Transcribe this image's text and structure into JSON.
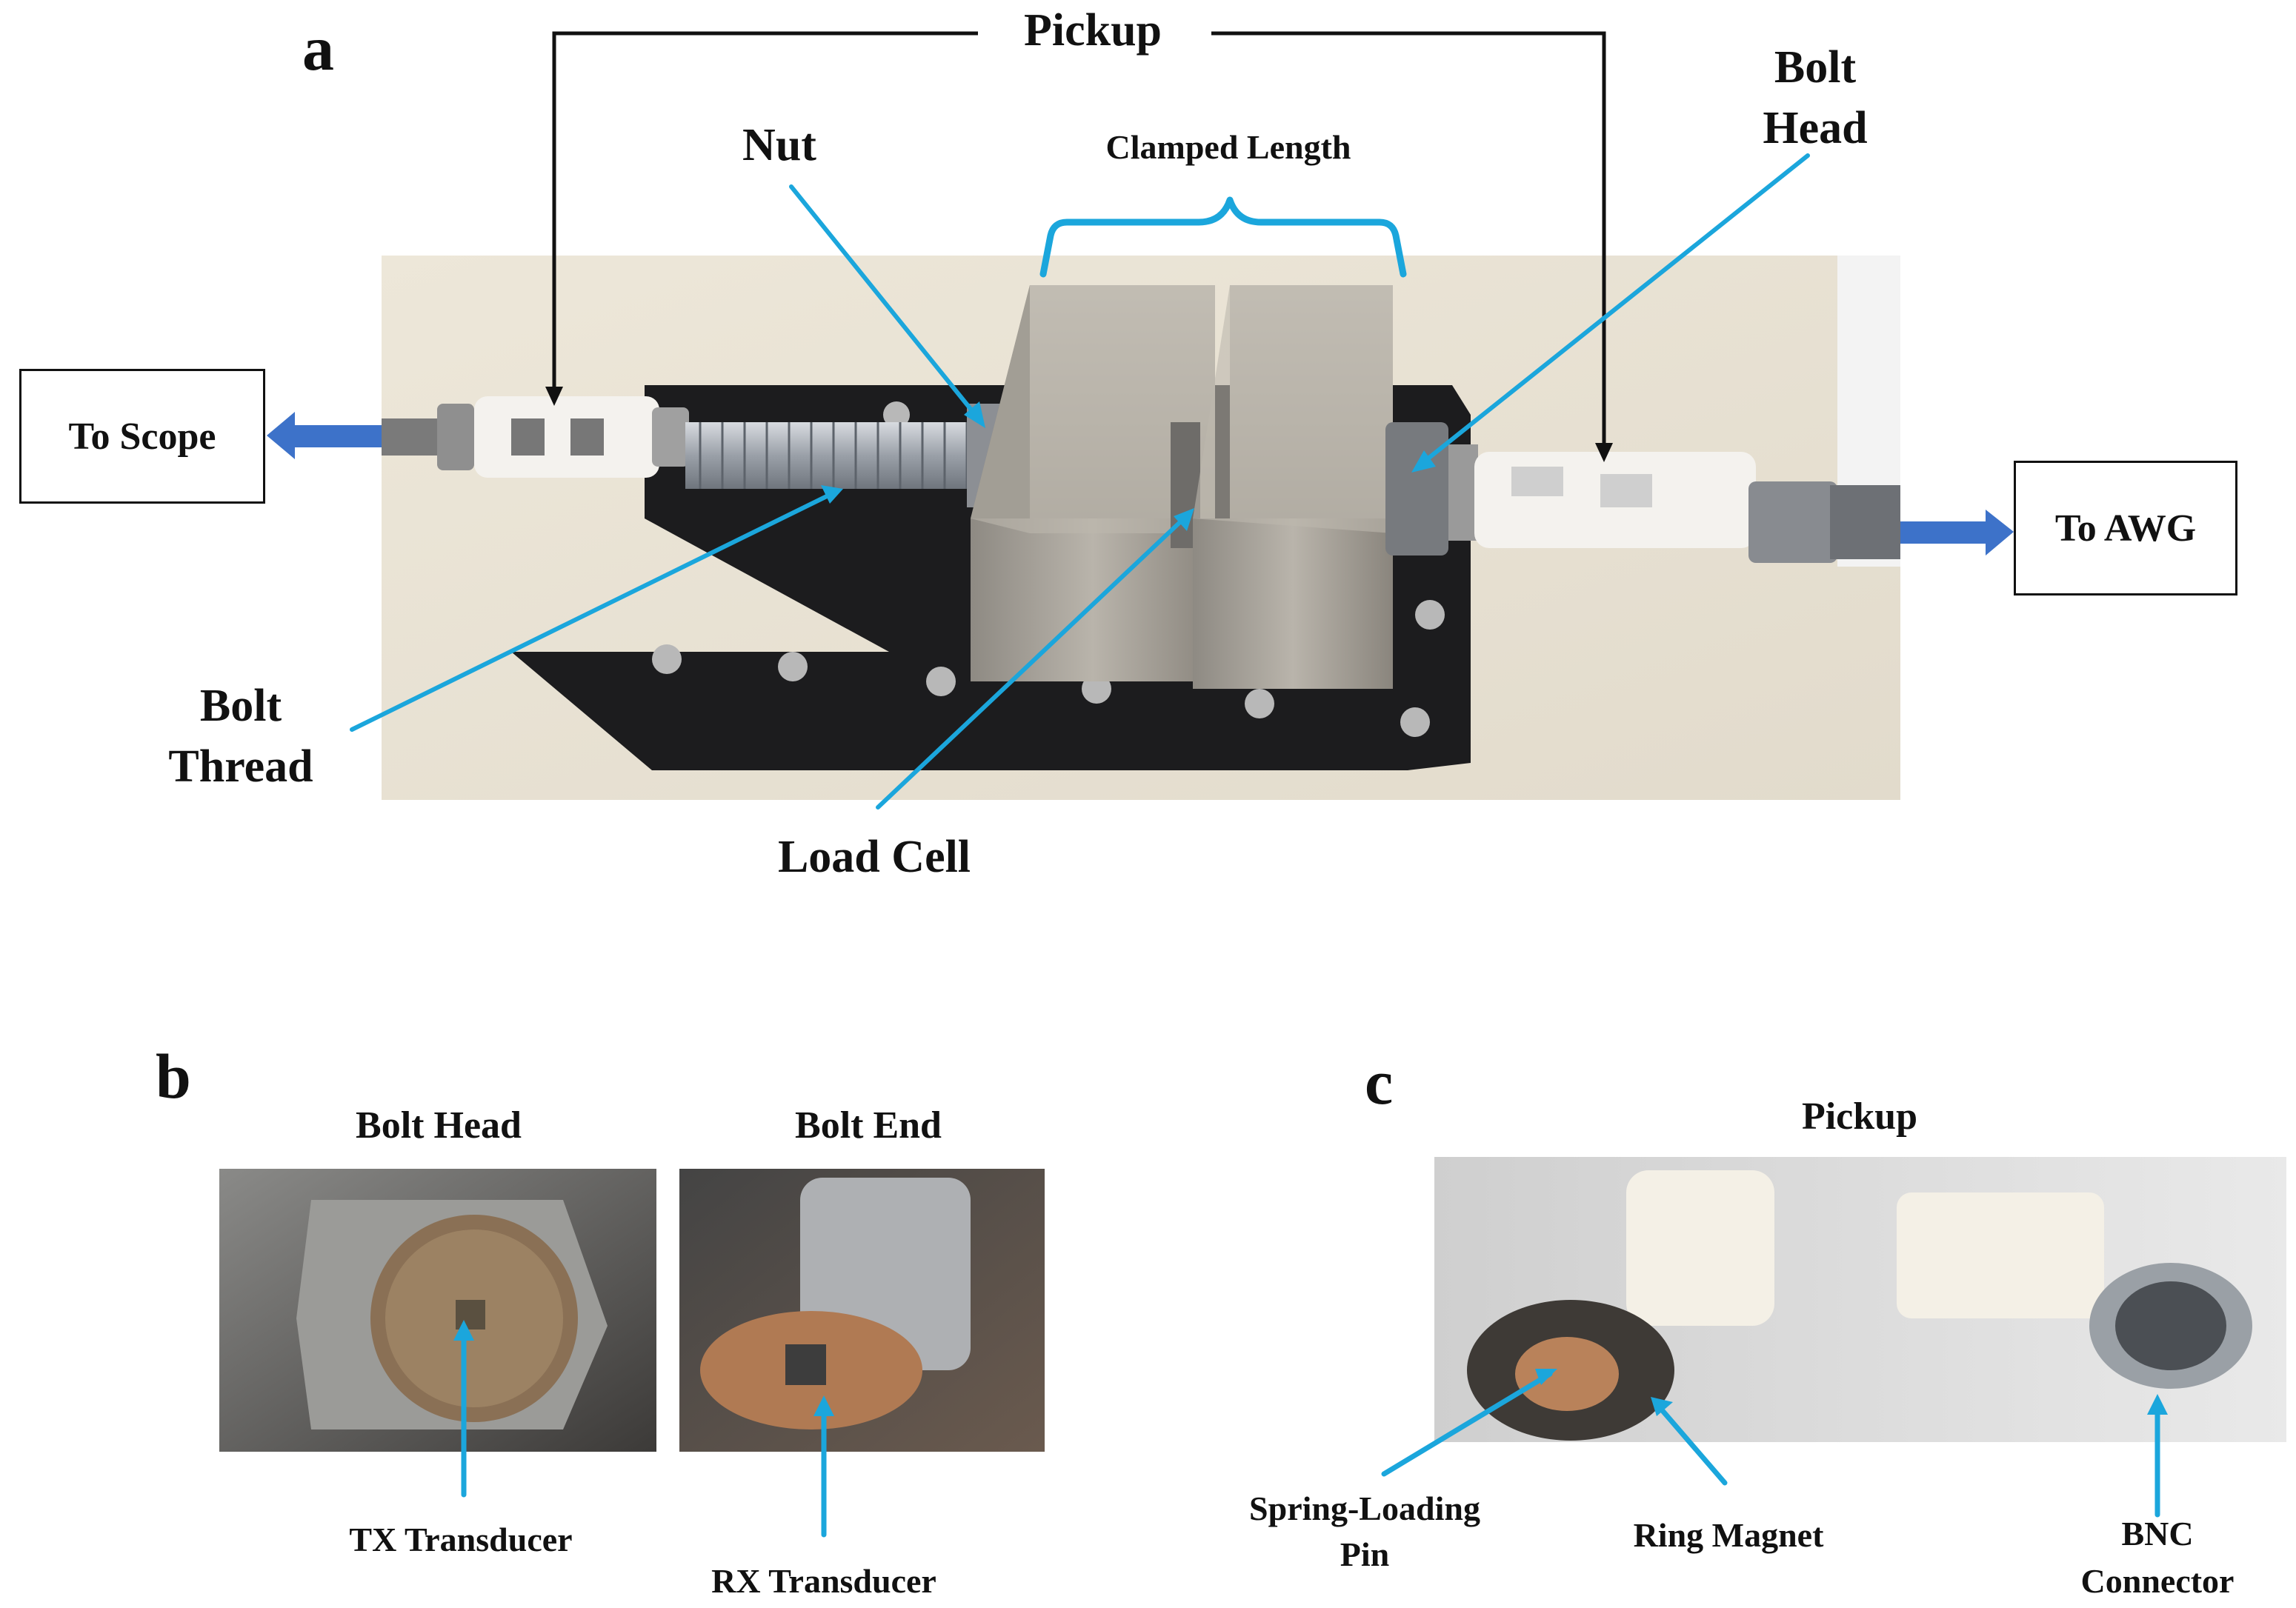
{
  "panels": {
    "a": {
      "letter": "a",
      "pickup": "Pickup",
      "nut": "Nut",
      "clamped_length": "Clamped  Length",
      "bolt_head_line1": "Bolt",
      "bolt_head_line2": "Head",
      "to_scope": "To Scope",
      "to_awg": "To AWG",
      "bolt_thread_line1": "Bolt",
      "bolt_thread_line2": "Thread",
      "load_cell": "Load Cell"
    },
    "b": {
      "letter": "b",
      "bolt_head": "Bolt Head",
      "bolt_end": "Bolt End",
      "tx": "TX Transducer",
      "rx": "RX Transducer"
    },
    "c": {
      "letter": "c",
      "pickup": "Pickup",
      "spring_line1": "Spring-Loading",
      "spring_line2": "Pin",
      "ring_magnet": "Ring Magnet",
      "bnc_line1": "BNC",
      "bnc_line2": "Connector"
    }
  },
  "colors": {
    "callout": "#1ba6dc",
    "arrow": "#3d72c9",
    "plate": "#1c1c1e",
    "block": "#a9a49c",
    "background": "#e9e2d3"
  }
}
